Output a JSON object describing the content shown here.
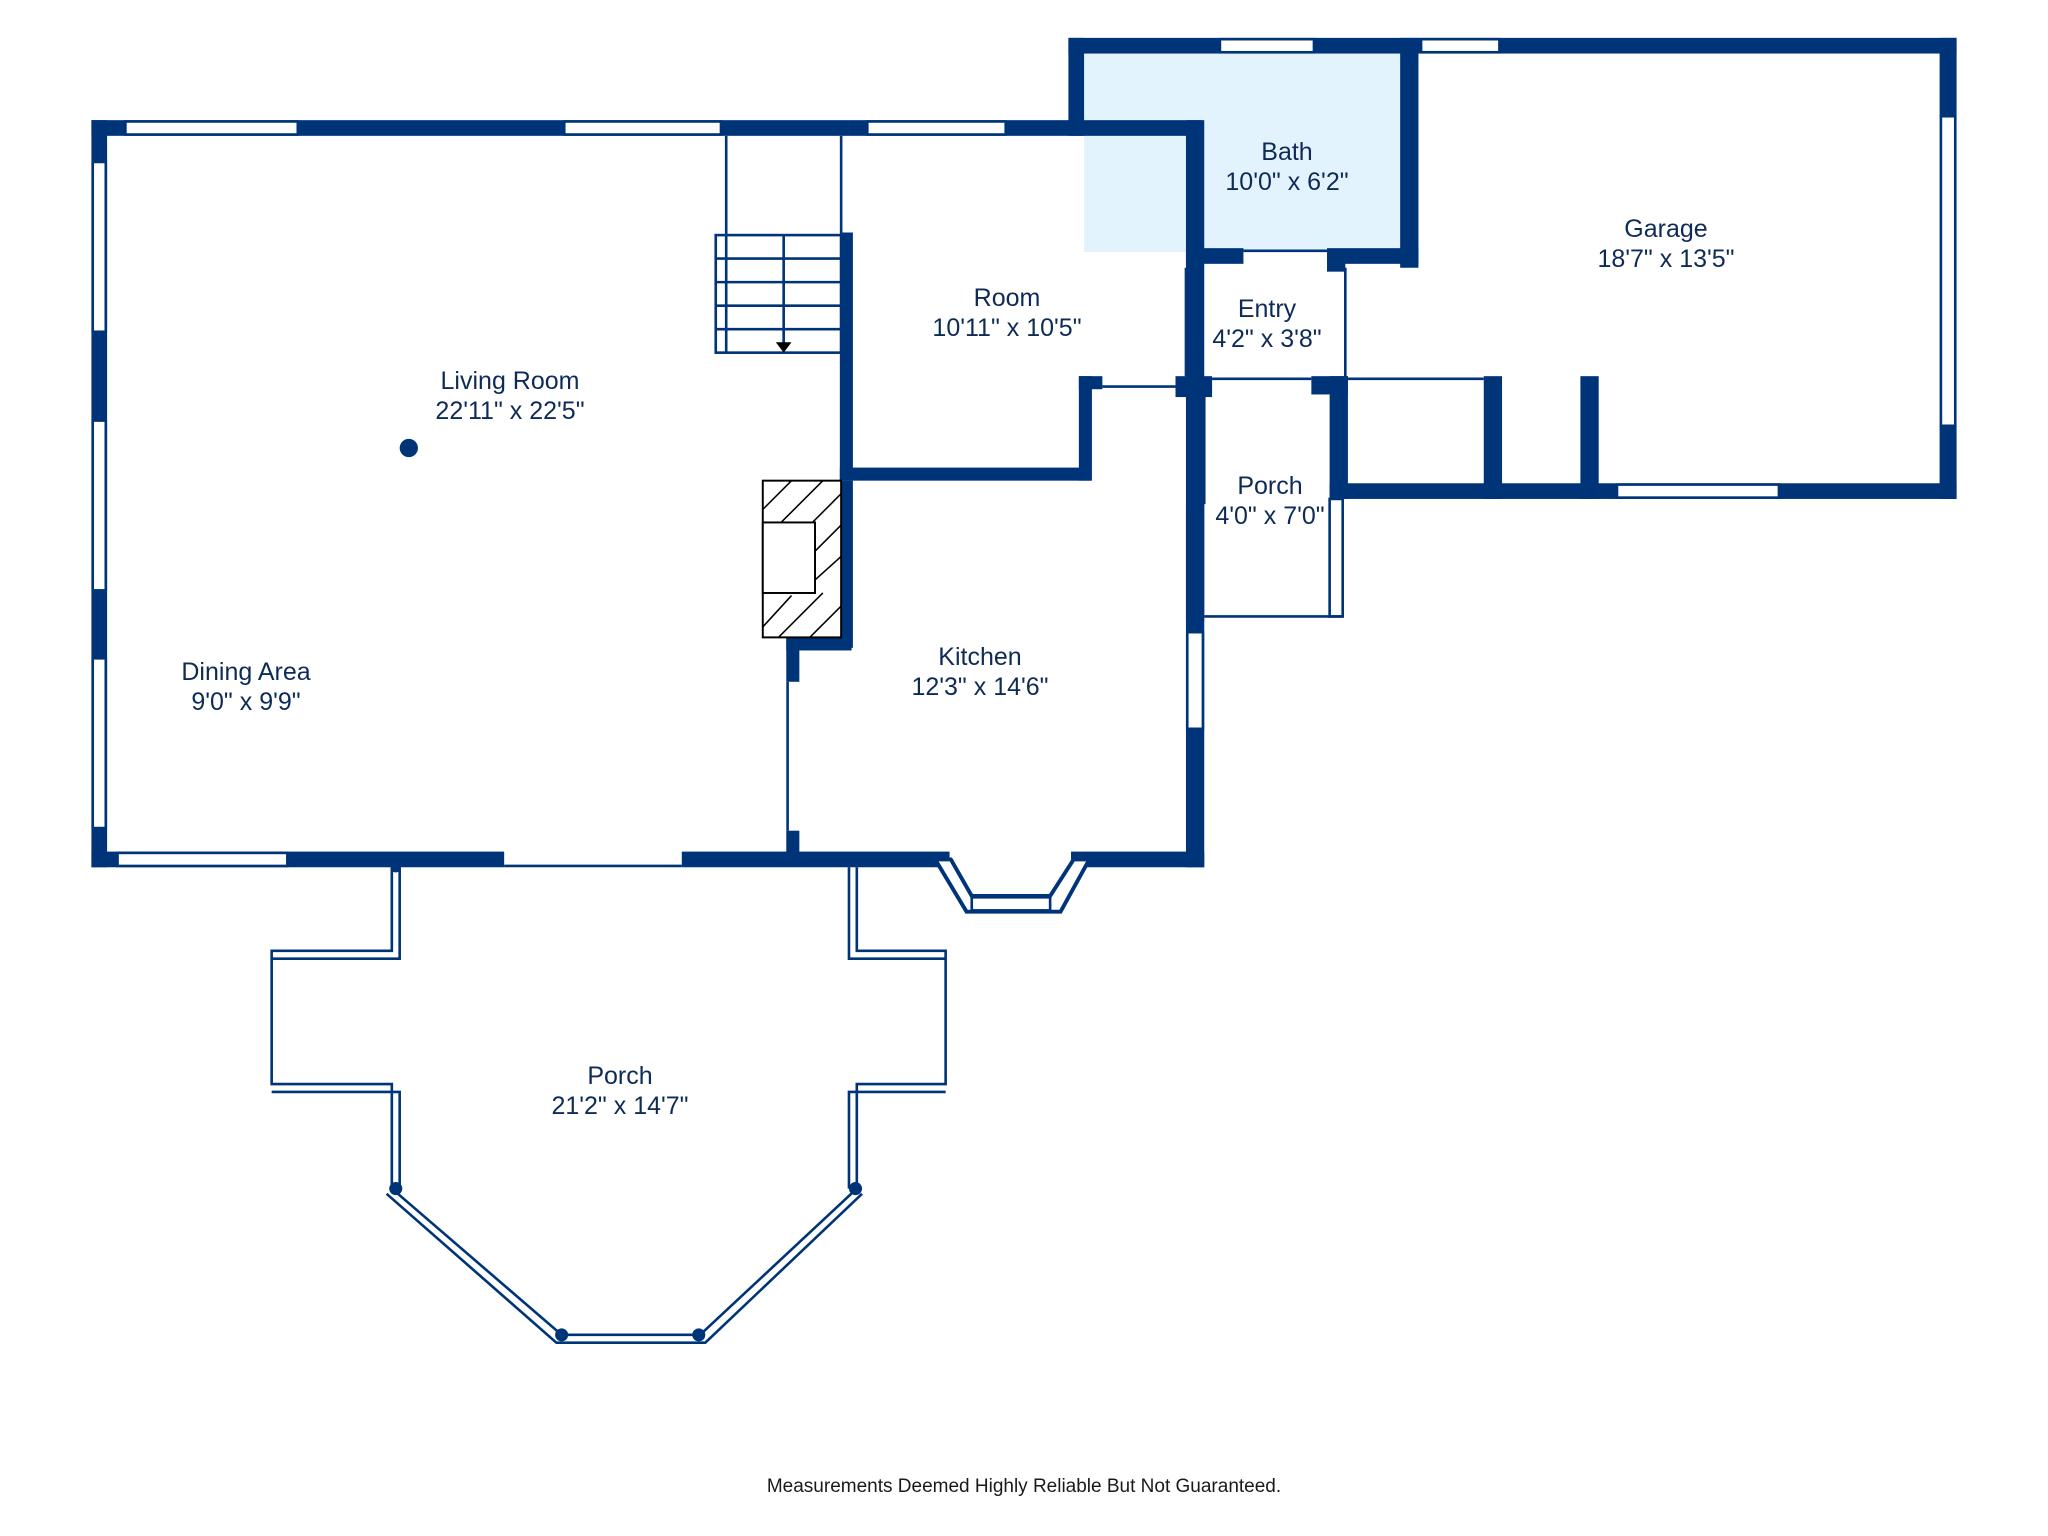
{
  "colors": {
    "wall": "#003478",
    "bath_fill": "#e3f3fd",
    "room_text": "#0e2b57",
    "background": "#ffffff"
  },
  "rooms": {
    "living_room": {
      "name": "Living Room",
      "dims": "22'11\" x 22'5\""
    },
    "dining_area": {
      "name": "Dining Area",
      "dims": "9'0\" x 9'9\""
    },
    "room": {
      "name": "Room",
      "dims": "10'11\" x 10'5\""
    },
    "bath": {
      "name": "Bath",
      "dims": "10'0\" x 6'2\""
    },
    "entry": {
      "name": "Entry",
      "dims": "4'2\" x 3'8\""
    },
    "garage": {
      "name": "Garage",
      "dims": "18'7\" x 13'5\""
    },
    "porch_small": {
      "name": "Porch",
      "dims": "4'0\" x 7'0\""
    },
    "kitchen": {
      "name": "Kitchen",
      "dims": "12'3\" x 14'6\""
    },
    "porch_large": {
      "name": "Porch",
      "dims": "21'2\" x 14'7\""
    }
  },
  "disclaimer": "Measurements Deemed Highly Reliable But Not Guaranteed."
}
